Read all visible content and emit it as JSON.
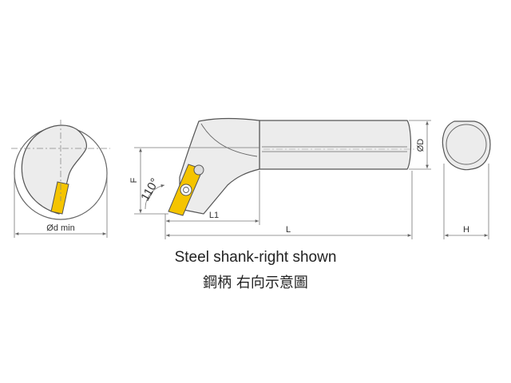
{
  "labels": {
    "d_min": "Ød min",
    "D": "ØD",
    "F": "F",
    "L1": "L1",
    "L": "L",
    "H": "H",
    "angle": "110°"
  },
  "caption": {
    "english": "Steel shank-right shown",
    "chinese": "鋼柄  右向示意圖"
  },
  "colors": {
    "body_fill": "#ececec",
    "outline": "#555555",
    "insert": "#f5c400",
    "dimension": "#777777"
  }
}
